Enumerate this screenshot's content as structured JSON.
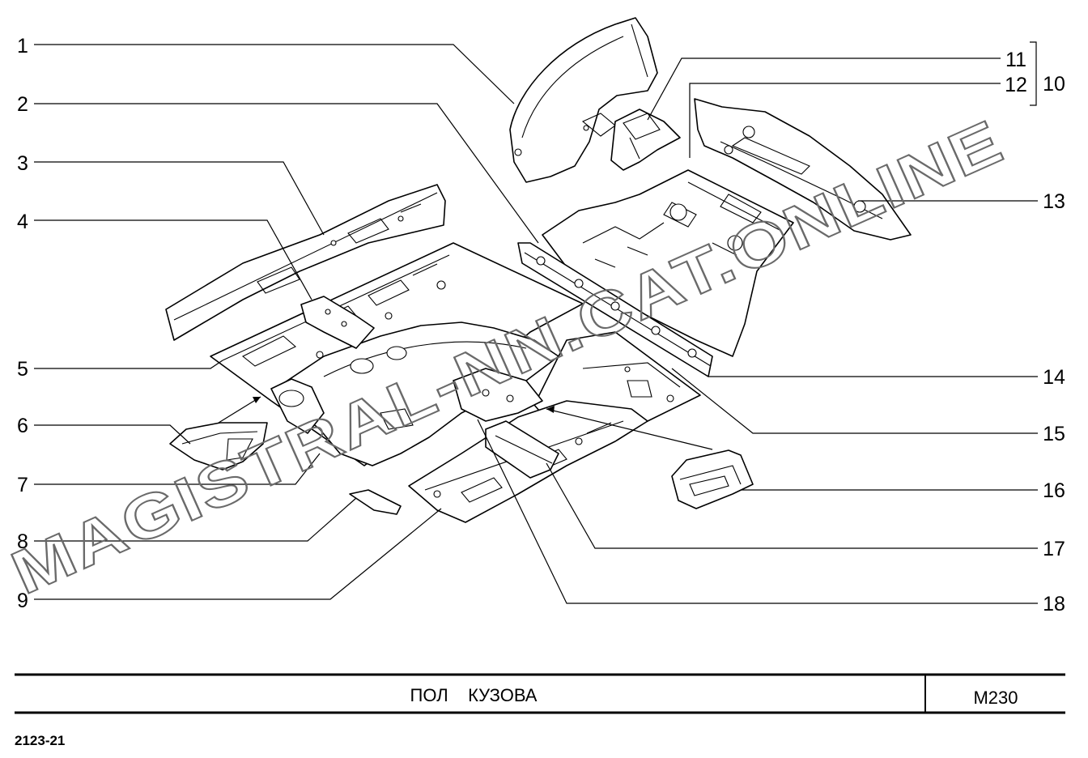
{
  "diagram": {
    "callouts": [
      "1",
      "2",
      "3",
      "4",
      "5",
      "6",
      "7",
      "8",
      "9",
      "10",
      "11",
      "12",
      "13",
      "14",
      "15",
      "16",
      "17",
      "18"
    ],
    "watermark": "MAGISTRAL-NN.CAT.ONLINE"
  },
  "title_block": {
    "title": "ПОЛ    КУЗОВА",
    "code": "М230"
  },
  "footer": {
    "drawing_number": "2123-21"
  }
}
